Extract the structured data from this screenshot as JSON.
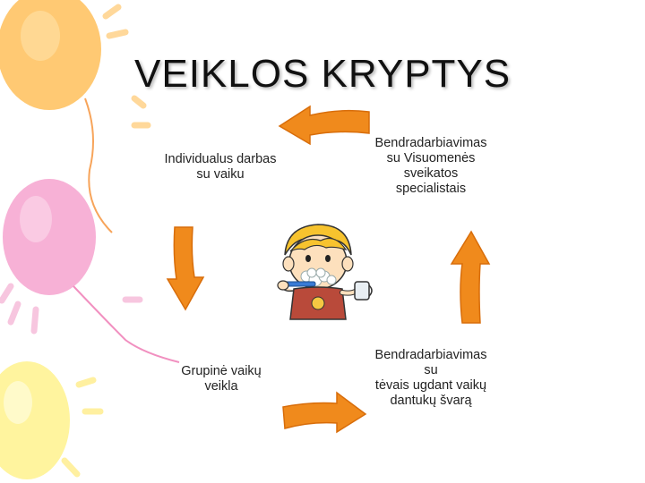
{
  "title": "VEIKLOS KRYPTYS",
  "activities": {
    "individual": [
      "Individualus darbas",
      "su vaiku"
    ],
    "public_health": [
      "Bendradarbiavimas",
      "su Visuomenės",
      "sveikatos",
      "specialistais"
    ],
    "group": [
      "Grupinė vaikų",
      "veikla"
    ],
    "parents": [
      "Bendradarbiavimas",
      "su",
      "tėvais ugdant vaikų",
      "dantukų švarą"
    ]
  },
  "colors": {
    "arrow": "#f08a1c",
    "arrow_dark": "#d86d0a",
    "balloon_orange": "#ffb84a",
    "balloon_pink": "#f7a8cf",
    "balloon_yellow": "#fff199"
  },
  "icons": {
    "center_illustration": "child-brushing-teeth-icon",
    "decor": "balloons-icon"
  }
}
